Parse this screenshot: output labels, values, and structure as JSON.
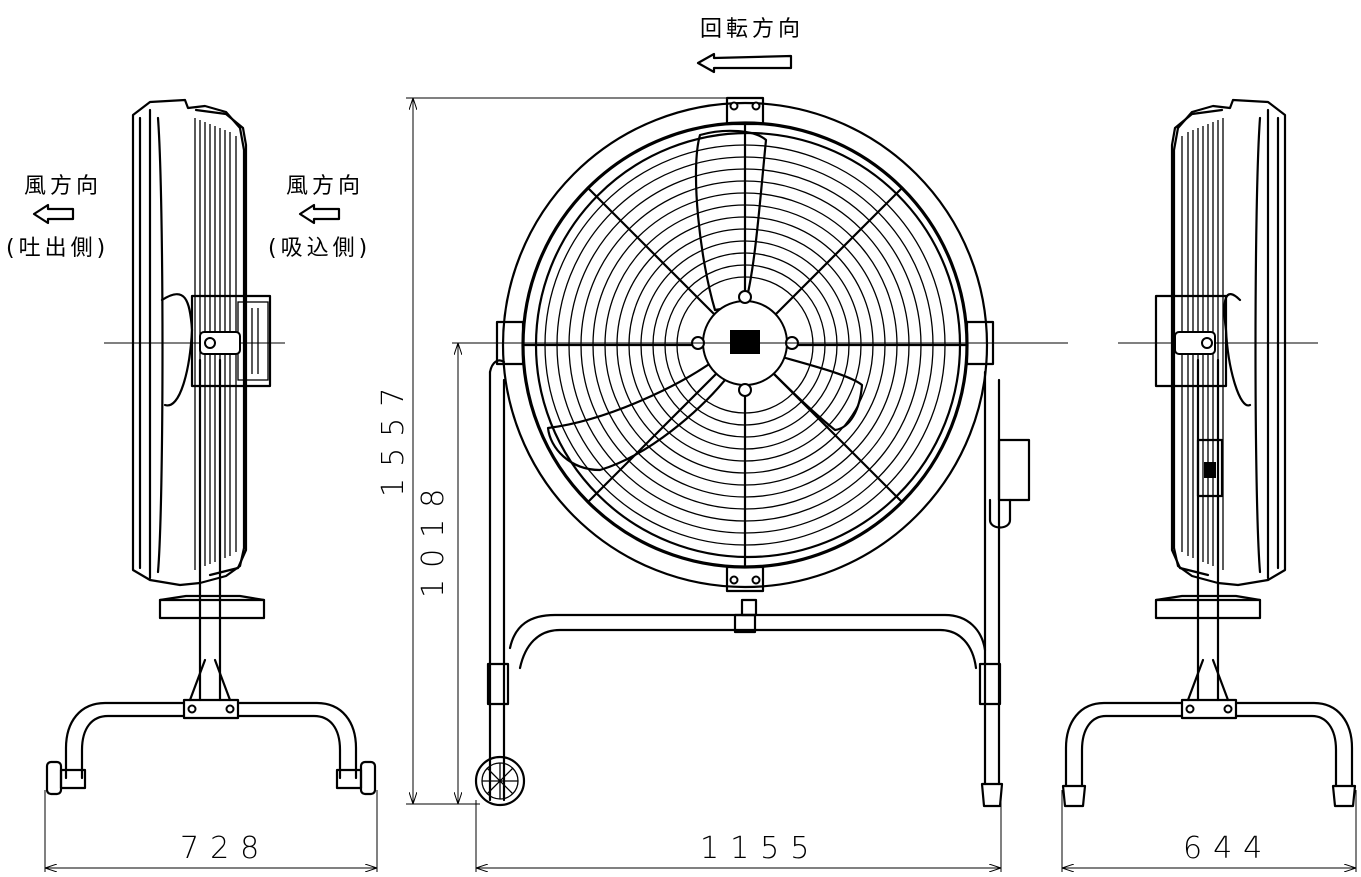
{
  "labels": {
    "rotation_direction": "回転方向",
    "wind_direction_left": "風方向",
    "discharge_side": "(吐出側)",
    "wind_direction_right": "風方向",
    "intake_side": "(吸込側)"
  },
  "dimensions": {
    "left_view_width": "728",
    "front_view_width": "1155",
    "right_view_width": "644",
    "total_height": "1557",
    "axis_height": "1018"
  }
}
